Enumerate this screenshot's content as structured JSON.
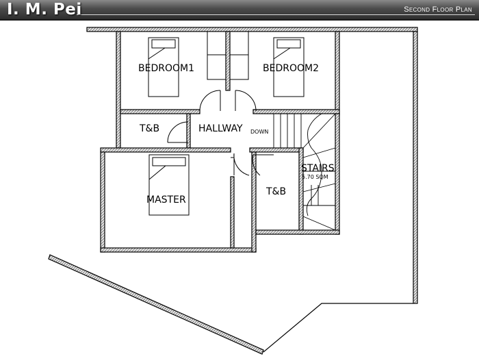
{
  "header": {
    "title": "I. M. Pei",
    "subtitle": "Second Floor Plan"
  },
  "rooms": {
    "bedroom1": "BEDROOM1",
    "bedroom2": "BEDROOM2",
    "hallway": "HALLWAY",
    "down": "DOWN",
    "tb_left": "T&B",
    "tb_right": "T&B",
    "master": "MASTER",
    "stairs": "STAIRS",
    "stairs_area": "5.70 SQM"
  },
  "colors": {
    "wall_fill": "#c8c8c8",
    "line": "#000000",
    "header_dark": "#2e2e2e"
  }
}
